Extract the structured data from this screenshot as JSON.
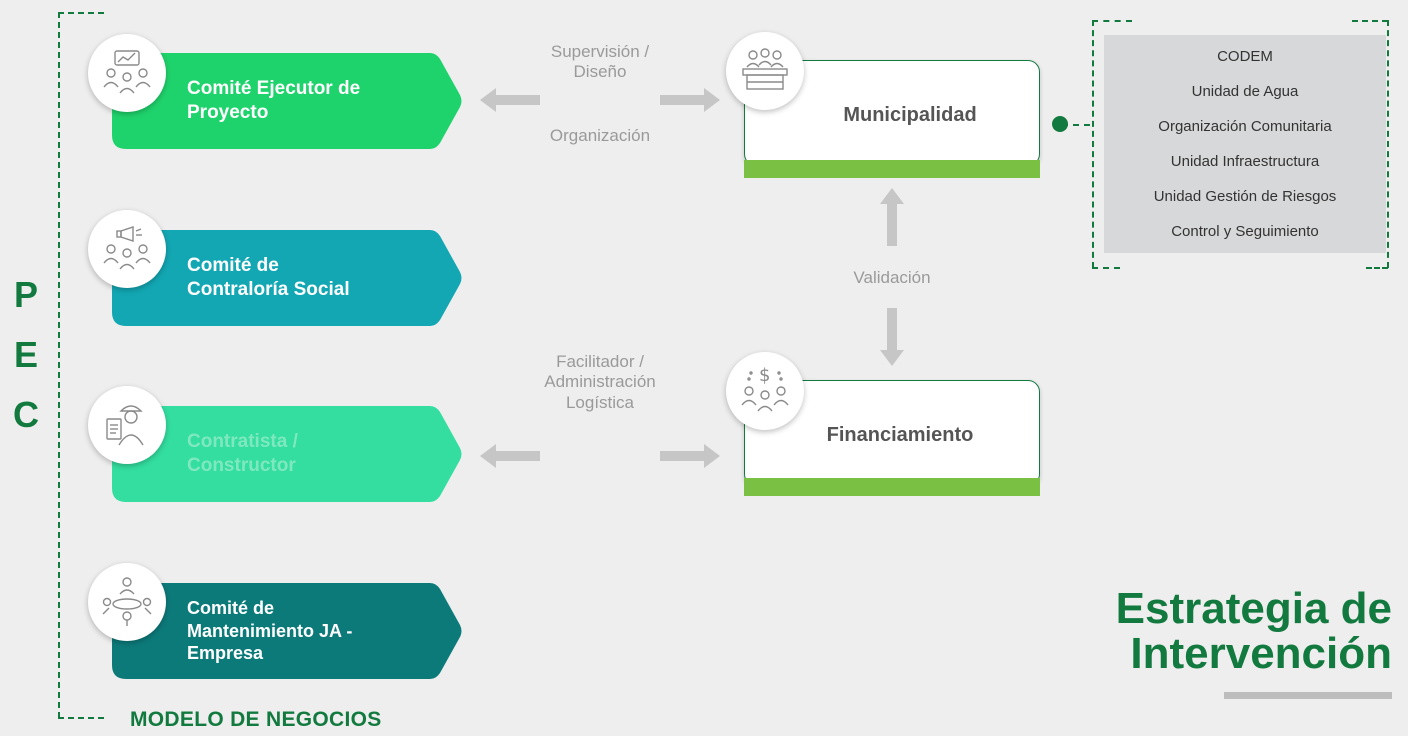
{
  "pec_letters": [
    "P",
    "E",
    "C"
  ],
  "modelo_label": "MODELO DE NEGOCIOS",
  "committees": [
    {
      "lines": [
        "Comité Ejecutor de",
        "Proyecto"
      ],
      "color": "#1fd36c",
      "text_color": "#ffffff",
      "icon": "meeting-chart-icon"
    },
    {
      "lines": [
        "Comité de",
        "Contraloría Social"
      ],
      "color": "#12a7b3",
      "text_color": "#ffffff",
      "icon": "megaphone-meeting-icon"
    },
    {
      "lines": [
        "Contratista /",
        "Constructor"
      ],
      "color": "#33dea0",
      "text_color": "#7fe8bf",
      "icon": "contractor-icon"
    },
    {
      "lines": [
        "Comité de",
        "Mantenimiento JA -",
        "Empresa"
      ],
      "color": "#0d7a7a",
      "text_color": "#ffffff",
      "icon": "round-table-icon"
    }
  ],
  "flows": {
    "top_upper": [
      "Supervisión /",
      "Diseño"
    ],
    "top_lower": "Organización",
    "middle": "Validación",
    "lower": [
      "Facilitador /",
      "Administración",
      "Logística"
    ]
  },
  "boxes": {
    "municipalidad": "Municipalidad",
    "financiamiento": "Financiamiento"
  },
  "codem": [
    "CODEM",
    "Unidad de Agua",
    "Organización Comunitaria",
    "Unidad Infraestructura",
    "Unidad Gestión de Riesgos",
    "Control y Seguimiento"
  ],
  "title_lines": [
    "Estrategia de",
    "Intervención"
  ],
  "colors": {
    "brand_green": "#137a3f",
    "bar_green": "#7ac143",
    "arrow_gray": "#c6c6c6"
  }
}
